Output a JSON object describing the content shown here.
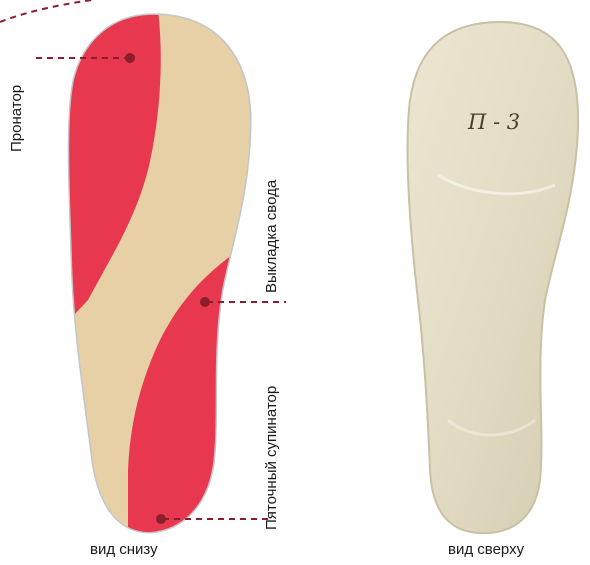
{
  "labels": {
    "pronator": "Пронатор",
    "arch_support": "Выкладка свода",
    "heel_supinator": "Пяточный супинатор"
  },
  "captions": {
    "bottom_view": "вид снизу",
    "top_view": "вид сверху"
  },
  "insole_marking": "П - 3",
  "colors": {
    "red_pad": "#e8384f",
    "beige_base": "#e7cfa6",
    "top_surface": "#e6dfc8",
    "leader_line": "#8b1d2c"
  }
}
